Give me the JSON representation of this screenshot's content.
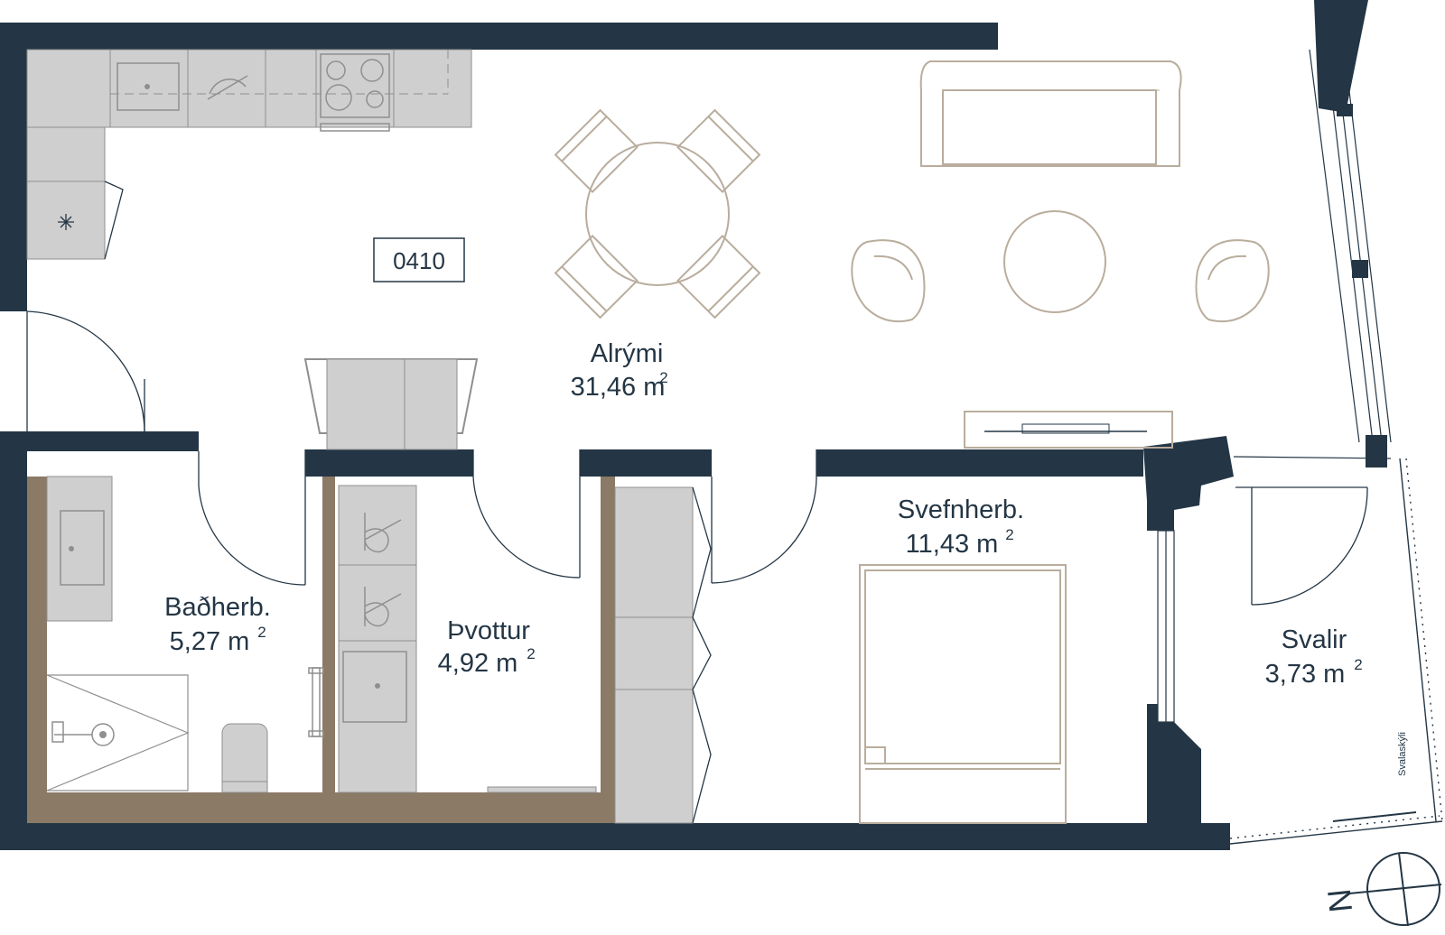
{
  "unit_number": "0410",
  "rooms": [
    {
      "name": "Alrými",
      "area": "31,46 m",
      "unit_exp": "2"
    },
    {
      "name": "Svefnherb.",
      "area": "11,43 m",
      "unit_exp": "2"
    },
    {
      "name": "Baðherb.",
      "area": "5,27 m",
      "unit_exp": "2"
    },
    {
      "name": "Þvottur",
      "area": "4,92 m",
      "unit_exp": "2"
    },
    {
      "name": "Svalir",
      "area": "3,73 m",
      "unit_exp": "2"
    }
  ],
  "railing_label": "Svalaskýli",
  "north_label": "N",
  "colors": {
    "wall": "#243645",
    "wet_wall": "#8b7a66",
    "cabinet": "#cfcfcf",
    "furniture": "#b9ad9d"
  }
}
